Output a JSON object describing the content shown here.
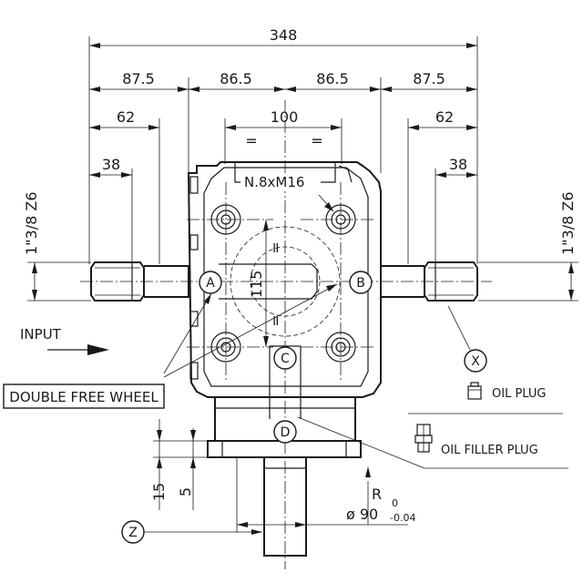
{
  "dimensions": {
    "overall_width": "348",
    "left_outer": "87.5",
    "left_inner": "86.5",
    "right_inner": "86.5",
    "right_outer": "87.5",
    "left_62": "62",
    "right_62": "62",
    "center_100": "100",
    "left_38": "38",
    "right_38": "38",
    "height_115": "115",
    "flange_15": "15",
    "flange_5": "5",
    "radius_r": "R",
    "diameter": "ø 90",
    "tol_upper": "0",
    "tol_lower": "-0.04",
    "equal_mark": "="
  },
  "spline_left": "1\"3/8 Z6",
  "spline_right": "1\"3/8 Z6",
  "bolt_note": "N.8xM16",
  "circle_labels": [
    "A",
    "B",
    "C",
    "D",
    "X",
    "Z"
  ],
  "callouts": {
    "input": "INPUT",
    "double_free_wheel": "DOUBLE FREE WHEEL",
    "oil_plug": "OIL PLUG",
    "oil_filler_plug": "OIL FILLER PLUG"
  }
}
